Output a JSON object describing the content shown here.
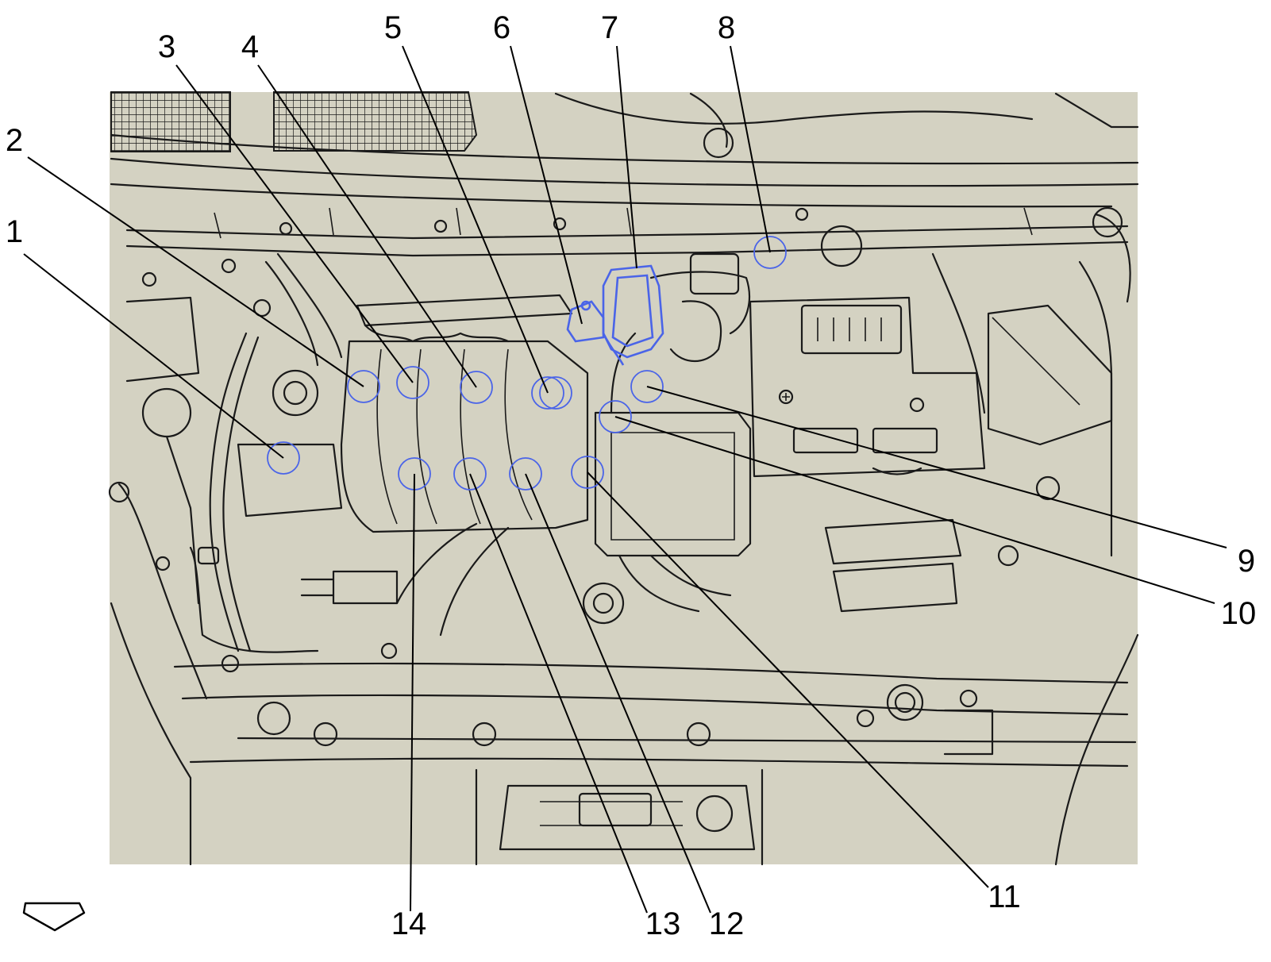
{
  "colors": {
    "background": "#d4d2c2",
    "linework": "#1a1a1a",
    "highlight": "#4a64e8",
    "marker": "#4a64e8"
  },
  "icons": {
    "view_direction": "front-view-arrow-icon"
  },
  "callouts": [
    {
      "label": "1"
    },
    {
      "label": "2"
    },
    {
      "label": "3"
    },
    {
      "label": "4"
    },
    {
      "label": "5"
    },
    {
      "label": "6"
    },
    {
      "label": "7"
    },
    {
      "label": "8"
    },
    {
      "label": "9"
    },
    {
      "label": "10"
    },
    {
      "label": "11"
    },
    {
      "label": "12"
    },
    {
      "label": "13"
    },
    {
      "label": "14"
    }
  ]
}
